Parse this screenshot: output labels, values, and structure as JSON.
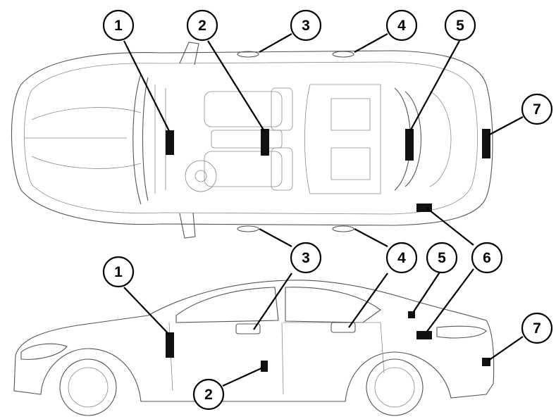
{
  "diagram": {
    "callouts": [
      {
        "label": "1",
        "view": "top",
        "part": "sensor-1"
      },
      {
        "label": "2",
        "view": "top",
        "part": "sensor-2"
      },
      {
        "label": "3",
        "view": "top",
        "part": "sensor-3"
      },
      {
        "label": "4",
        "view": "top",
        "part": "sensor-4"
      },
      {
        "label": "5",
        "view": "top",
        "part": "sensor-5"
      },
      {
        "label": "7",
        "view": "top",
        "part": "sensor-7"
      },
      {
        "label": "3",
        "view": "top",
        "part": "sensor-3-lower"
      },
      {
        "label": "4",
        "view": "top",
        "part": "sensor-4-lower"
      },
      {
        "label": "6",
        "view": "top",
        "part": "sensor-6"
      },
      {
        "label": "1",
        "view": "side",
        "part": "sensor-1"
      },
      {
        "label": "3",
        "view": "side",
        "part": "sensor-3"
      },
      {
        "label": "4",
        "view": "side",
        "part": "sensor-4"
      },
      {
        "label": "5",
        "view": "side",
        "part": "sensor-5"
      },
      {
        "label": "6",
        "view": "side",
        "part": "sensor-6"
      },
      {
        "label": "7",
        "view": "side",
        "part": "sensor-7"
      },
      {
        "label": "2",
        "view": "side",
        "part": "sensor-2"
      }
    ]
  }
}
